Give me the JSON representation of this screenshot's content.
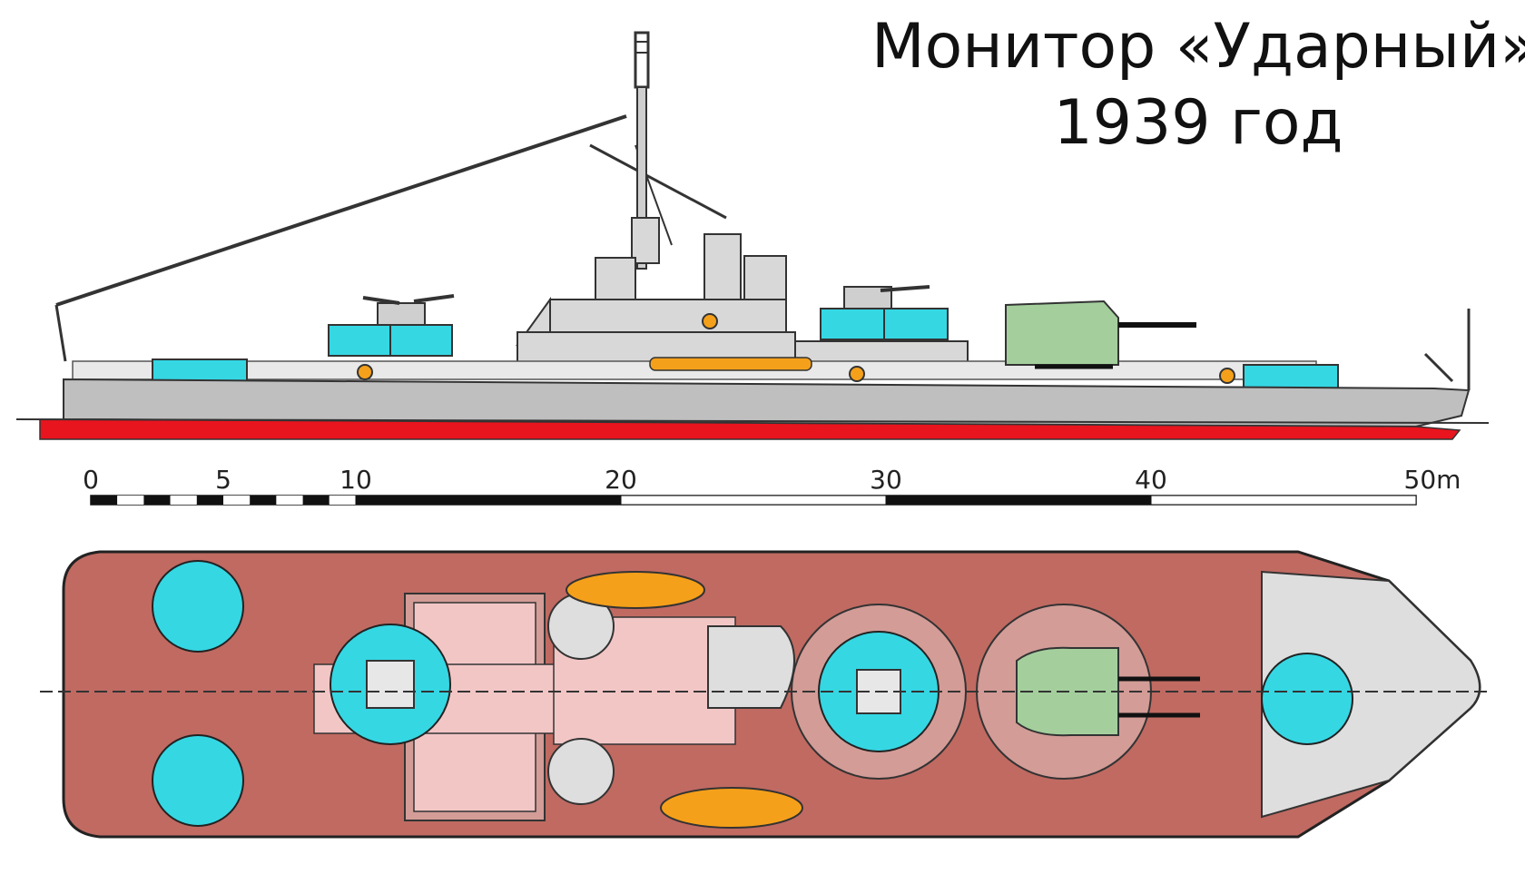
{
  "title": {
    "line1": "Монитор «Ударный»",
    "line2": "1939 год"
  },
  "scale": {
    "labels": [
      "0",
      "5",
      "10",
      "20",
      "30",
      "40",
      "50m"
    ],
    "ticks_m": [
      0,
      5,
      10,
      20,
      30,
      40,
      50
    ]
  },
  "colors": {
    "hull_gray": "#bfbfbf",
    "waterline_red": "#e8141e",
    "turret_cyan": "#35d7e3",
    "main_turret_green": "#a4cf9d",
    "boat_orange": "#f5a01a",
    "deck_brown": "#c06a62",
    "superstructure_pink": "#f3c6c6",
    "barbette_mauve": "#d39c97",
    "bow_gray": "#dedede"
  }
}
